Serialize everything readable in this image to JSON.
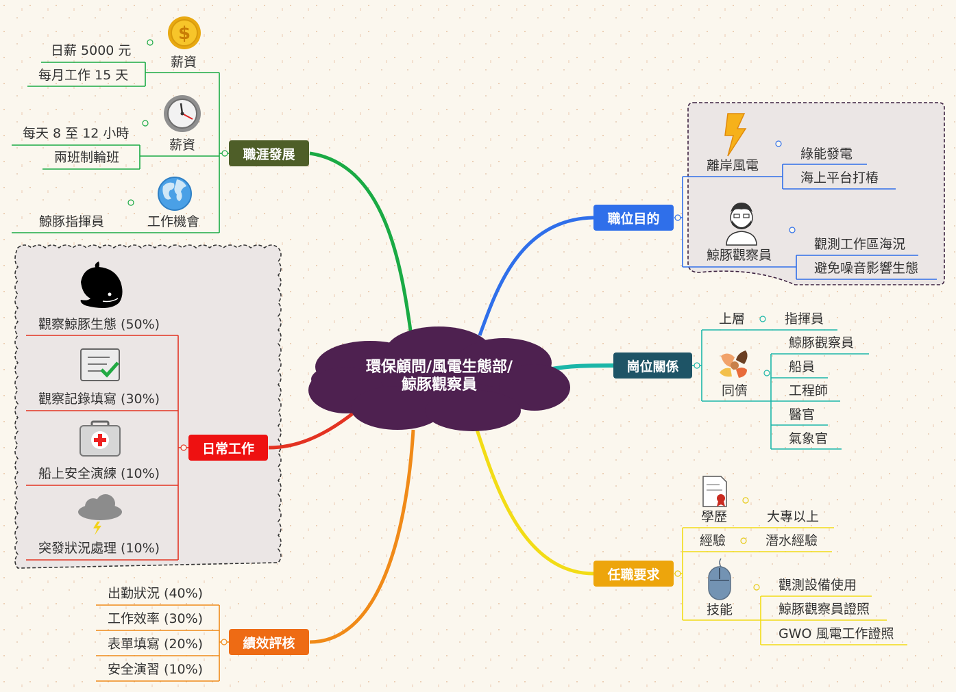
{
  "center": {
    "line1": "環保顧問/風電生態部/",
    "line2": "鯨豚觀察員"
  },
  "colors": {
    "center": "#4e2150",
    "career": "#4e5e28",
    "career_line": "#1aaa44",
    "daily": "#ee1111",
    "daily_line": "#e33322",
    "kpi": "#ee6b14",
    "kpi_line": "#f08a18",
    "purpose": "#2f6fea",
    "relation": "#1e5466",
    "relation_line": "#1bb6a8",
    "requirement": "#eda50c",
    "requirement_line": "#f2dc16"
  },
  "career": {
    "label": "職涯發展",
    "salary": {
      "label": "薪資",
      "icon": "coin-icon",
      "items": [
        "日薪 5000 元",
        "每月工作 15 天"
      ]
    },
    "hours": {
      "label": "薪資",
      "icon": "clock-icon",
      "items": [
        "每天 8 至 12 小時",
        "兩班制輪班"
      ]
    },
    "opportunity": {
      "label": "工作機會",
      "icon": "globe-icon",
      "items": [
        "鯨豚指揮員"
      ]
    }
  },
  "daily": {
    "label": "日常工作",
    "items": [
      {
        "label": "觀察鯨豚生態 (50%)",
        "icon": "whale-icon"
      },
      {
        "label": "觀察記錄填寫 (30%)",
        "icon": "checklist-icon"
      },
      {
        "label": "船上安全演練 (10%)",
        "icon": "first-aid-icon"
      },
      {
        "label": "突發狀況處理 (10%)",
        "icon": "storm-cloud-icon"
      }
    ]
  },
  "kpi": {
    "label": "績效評核",
    "items": [
      "出勤狀況 (40%)",
      "工作效率 (30%)",
      "表單填寫 (20%)",
      "安全演習 (10%)"
    ]
  },
  "purpose": {
    "label": "職位目的",
    "wind": {
      "label": "離岸風電",
      "icon": "lightning-icon",
      "items": [
        "綠能發電",
        "海上平台打樁"
      ]
    },
    "observer": {
      "label": "鯨豚觀察員",
      "icon": "person-icon",
      "items": [
        "觀測工作區海況",
        "避免噪音影響生態"
      ]
    }
  },
  "relation": {
    "label": "崗位關係",
    "upper": {
      "label": "上層",
      "items": [
        "指揮員"
      ]
    },
    "peers": {
      "label": "同儕",
      "icon": "hands-icon",
      "items": [
        "鯨豚觀察員",
        "船員",
        "工程師",
        "醫官",
        "氣象官"
      ]
    }
  },
  "requirement": {
    "label": "任職要求",
    "education": {
      "label": "學歷",
      "icon": "diploma-icon",
      "items": [
        "大專以上"
      ]
    },
    "experience": {
      "label": "經驗",
      "items": [
        "潛水經驗"
      ]
    },
    "skills": {
      "label": "技能",
      "icon": "mouse-icon",
      "items": [
        "觀測設備使用",
        "鯨豚觀察員證照",
        "GWO 風電工作證照"
      ]
    }
  }
}
